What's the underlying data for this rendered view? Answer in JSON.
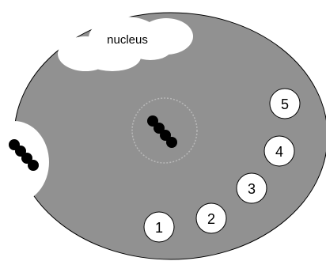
{
  "labels": {
    "nucleus": "nucleus"
  },
  "markers": [
    "1",
    "2",
    "3",
    "4",
    "5"
  ],
  "colors": {
    "cell_fill": "#919191",
    "cell_outline": "#000000",
    "white_fill": "#ffffff",
    "bead": "#000000",
    "dotted_ring": "#b8b8b8"
  }
}
